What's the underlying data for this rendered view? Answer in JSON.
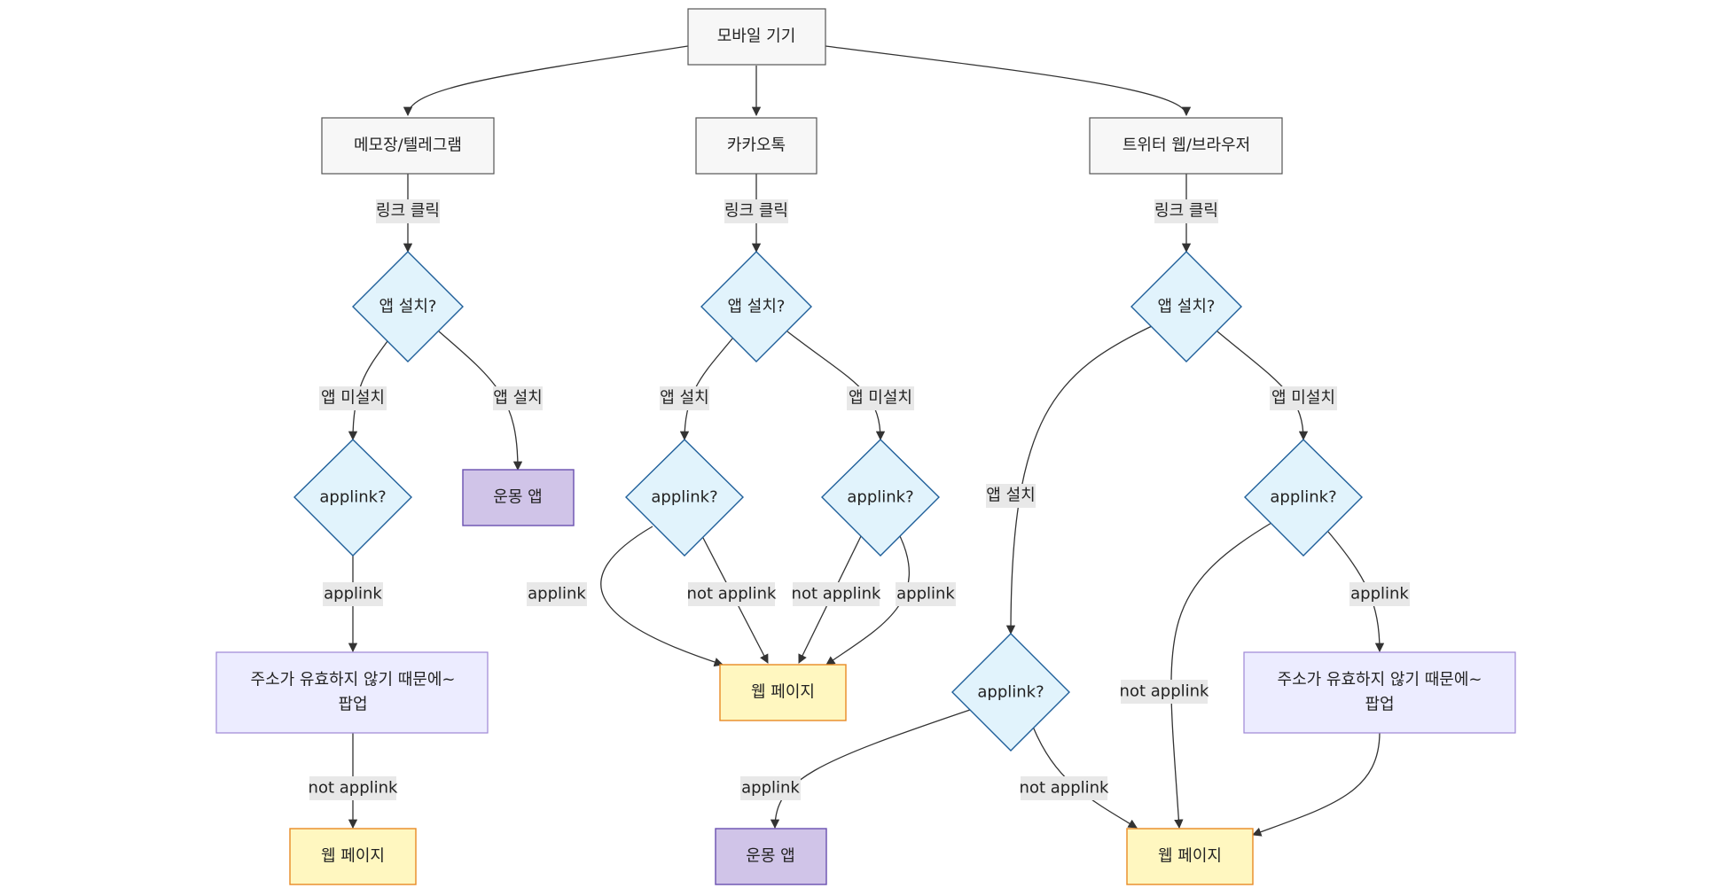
{
  "nodes": {
    "device": "모바일 기기",
    "memo": "메모장/텔레그램",
    "kakao": "카카오톡",
    "twitter": "트위터 웹/브라우저",
    "q_memo": "앱 설치?",
    "q_kakao": "앱 설치?",
    "q_twitter": "앱 설치?",
    "al_memo": "applink?",
    "app_memo": "운몽 앱",
    "al_kakao_installed": "applink?",
    "al_kakao_missing": "applink?",
    "al_twitter_missing": "applink?",
    "al_twitter_installed": "applink?",
    "popup_memo_line1": "주소가 유효하지 않기 때문에~",
    "popup_memo_line2": "팝업",
    "web_kakao": "웹 페이지",
    "popup_twitter_line1": "주소가 유효하지 않기 때문에~",
    "popup_twitter_line2": "팝업",
    "web_memo": "웹 페이지",
    "app_twitter": "운몽 앱",
    "web_twitter": "웹 페이지"
  },
  "edge_labels": {
    "memo_click": "링크 클릭",
    "kakao_click": "링크 클릭",
    "twitter_click": "링크 클릭",
    "memo_not_installed": "앱 미설치",
    "memo_installed": "앱 설치",
    "kakao_installed": "앱 설치",
    "kakao_not_installed": "앱 미설치",
    "twitter_installed": "앱 설치",
    "twitter_not_installed": "앱 미설치",
    "memo_applink": "applink",
    "kakao_applink_left": "applink",
    "kakao_not_applink_left": "not applink",
    "kakao_not_applink_right": "not applink",
    "kakao_applink_right": "applink",
    "twitter_applink": "applink",
    "twitter_not_applink_mid": "not applink",
    "memo_not_applink": "not applink",
    "twitter_installed_applink": "applink",
    "twitter_installed_not_applink": "not applink"
  }
}
